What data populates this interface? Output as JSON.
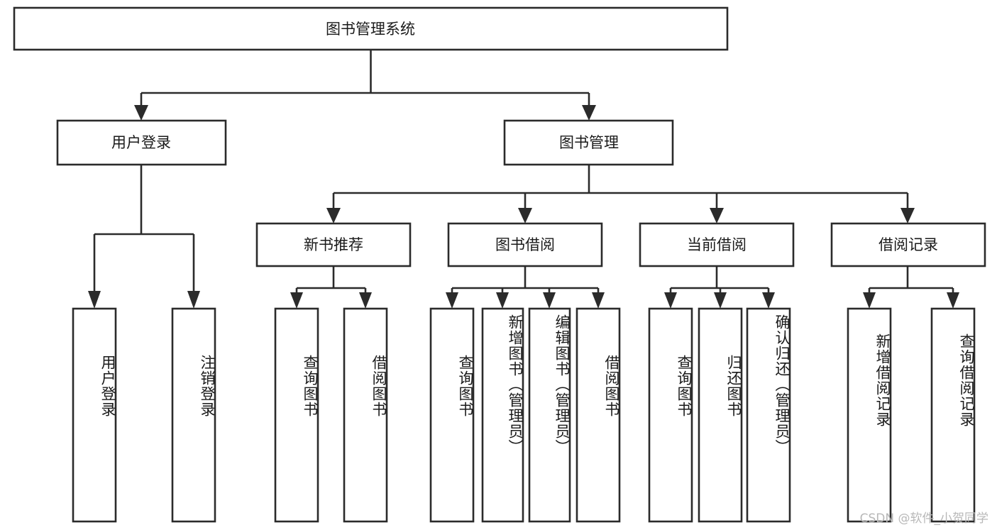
{
  "diagram": {
    "title": "图书管理系统",
    "type": "tree",
    "watermark": "CSDN @软件_小贺同学",
    "colors": {
      "stroke": "#2b2b2b",
      "fill": "#ffffff",
      "text": "#1a1a1a",
      "watermark": "#b8b8b8",
      "background": "#ffffff"
    },
    "root": {
      "label": "图书管理系统"
    },
    "level2": [
      {
        "label": "用户登录"
      },
      {
        "label": "图书管理"
      }
    ],
    "level3": [
      {
        "label": "新书推荐"
      },
      {
        "label": "图书借阅"
      },
      {
        "label": "当前借阅"
      },
      {
        "label": "借阅记录"
      }
    ],
    "leaves": {
      "user_login": [
        {
          "label": "用户登录"
        },
        {
          "label": "注销登录"
        }
      ],
      "new_book_recommend": [
        {
          "label": "查询图书"
        },
        {
          "label": "借阅图书"
        }
      ],
      "book_borrow": [
        {
          "label": "查询图书"
        },
        {
          "label": "新增图书（管理员）"
        },
        {
          "label": "编辑图书（管理员）"
        },
        {
          "label": "借阅图书"
        }
      ],
      "current_borrow": [
        {
          "label": "查询图书"
        },
        {
          "label": "归还图书"
        },
        {
          "label": "确认归还（管理员）"
        }
      ],
      "borrow_record": [
        {
          "label": "新增借阅记录"
        },
        {
          "label": "查询借阅记录"
        }
      ]
    }
  }
}
